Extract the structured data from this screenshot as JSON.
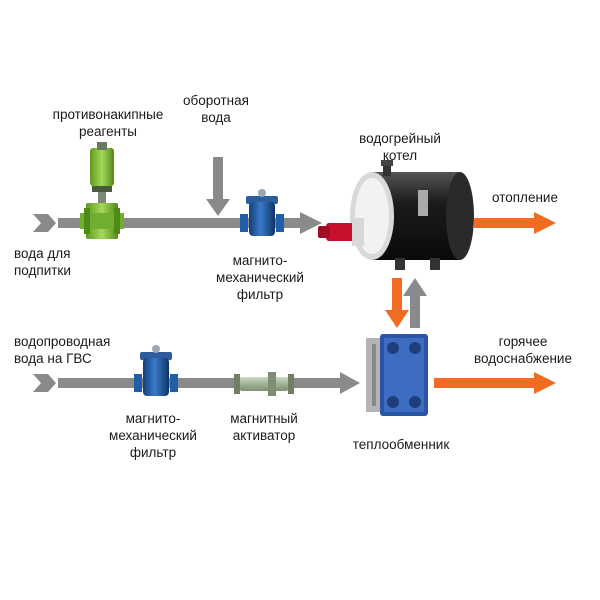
{
  "labels": {
    "reagents": [
      "противонакипные",
      "реагенты"
    ],
    "circ_water": [
      "оборотная",
      "вода"
    ],
    "boiler": [
      "водогрейный",
      "котел"
    ],
    "heating": "отопление",
    "makeup_water": [
      "вода для",
      "подпитки"
    ],
    "filter_top": [
      "магнито-",
      "механический",
      "фильтр"
    ],
    "tap_water": [
      "водопроводная",
      "вода на ГВС"
    ],
    "hot_water": [
      "горячее",
      "водоснабжение"
    ],
    "filter_bottom": [
      "магнито-",
      "механический",
      "фильтр"
    ],
    "activator": [
      "магнитный",
      "активатор"
    ],
    "heat_exchanger": "теплообменник"
  },
  "colors": {
    "pipe": "#8a8a8a",
    "hot_pipe": "#f26b22",
    "doser": "#8cc63f",
    "filter": "#1f5fa8",
    "boiler": "#1c1c1c",
    "burner": "#c8102e",
    "heat_exchanger": "#2a55a5"
  }
}
